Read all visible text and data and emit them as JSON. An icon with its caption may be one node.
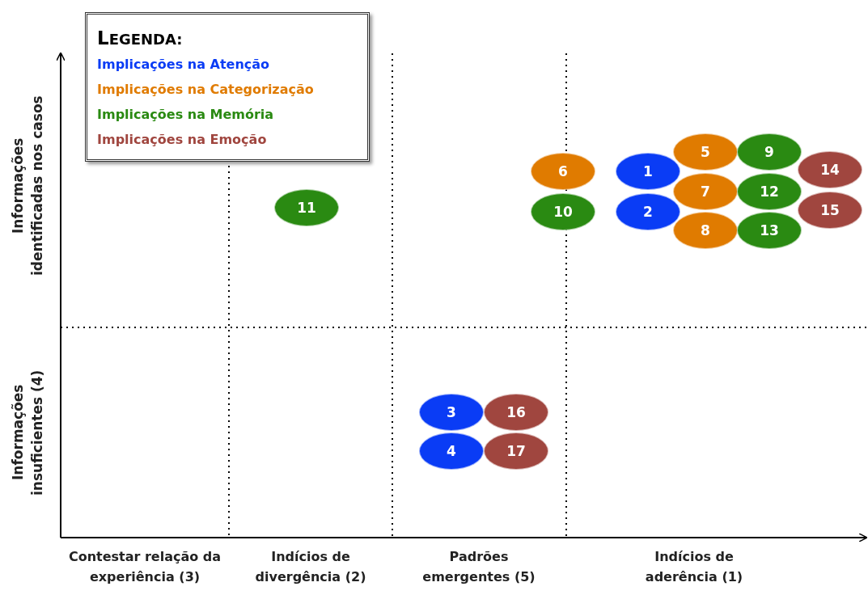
{
  "diagram": {
    "nodes": [
      {
        "text": [
          "5"
        ]
      },
      {
        "text": [
          "9"
        ]
      },
      {
        "text": [
          "6"
        ]
      },
      {
        "text": [
          "1"
        ]
      },
      {
        "text": [
          "14"
        ]
      },
      {
        "text": [
          "7"
        ]
      },
      {
        "text": [
          "12"
        ]
      },
      {
        "text": [
          "11"
        ]
      },
      {
        "text": [
          "10"
        ]
      },
      {
        "text": [
          "2"
        ]
      },
      {
        "text": [
          "15"
        ]
      },
      {
        "text": [
          "8"
        ]
      },
      {
        "text": [
          "13"
        ]
      },
      {
        "text": [
          "3"
        ]
      },
      {
        "text": [
          "16"
        ]
      },
      {
        "text": [
          "4"
        ]
      },
      {
        "text": [
          "17"
        ]
      }
    ],
    "labels": [
      "LEGENDA:",
      "Informações identificadas nos casos",
      "Informações insuficientes (4)",
      "Contestar relação da experiência (3)",
      "Indícios de divergência (2)",
      "Padrões emergentes (5)",
      "Indícios de aderência (1)"
    ],
    "legend": [
      {
        "text": "Implicações na Atenção",
        "color": "#0a3cf5"
      },
      {
        "text": "Implicações na Categorização",
        "color": "#e07b00"
      },
      {
        "text": "Implicações na Memória",
        "color": "#2a8a12"
      },
      {
        "text": "Implicações na Emoção",
        "color": "#a0463f"
      }
    ]
  }
}
